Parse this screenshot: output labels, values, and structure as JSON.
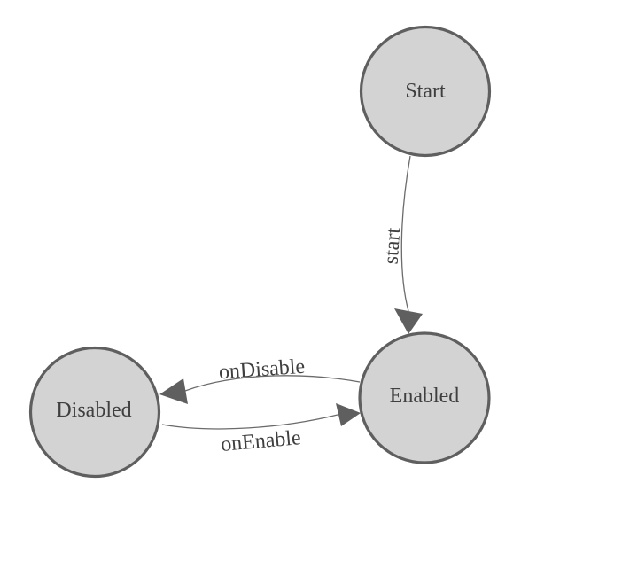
{
  "diagram": {
    "nodes": [
      {
        "id": "start",
        "label": "Start"
      },
      {
        "id": "enabled",
        "label": "Enabled"
      },
      {
        "id": "disabled",
        "label": "Disabled"
      }
    ],
    "edges": [
      {
        "from": "start",
        "to": "enabled",
        "label": "start"
      },
      {
        "from": "enabled",
        "to": "disabled",
        "label": "onDisable"
      },
      {
        "from": "disabled",
        "to": "enabled",
        "label": "onEnable"
      }
    ]
  },
  "colors": {
    "background": "#ffffff",
    "node-fill": "#d3d3d3",
    "node-stroke": "#5f5f5f",
    "edge-line": "#6b6b6b",
    "arrow-fill": "#5f5f5f",
    "label-text": "#3f3f3f"
  }
}
